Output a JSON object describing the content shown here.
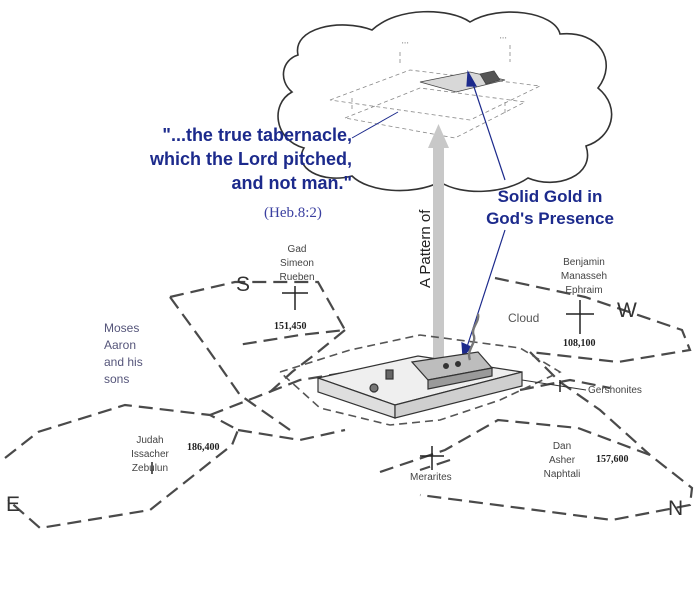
{
  "quote": {
    "line1": "\"...the true tabernacle,",
    "line2": "which the Lord pitched,",
    "line3": "and not man.\"",
    "reference": "(Heb.8:2)"
  },
  "gold_label": {
    "line1": "Solid Gold in",
    "line2": "God's Presence"
  },
  "arrow_label": "A Pattern of",
  "directions": {
    "south": "S",
    "west": "W",
    "east": "E",
    "north": "N"
  },
  "camps": {
    "south": {
      "tribes": [
        "Gad",
        "Simeon",
        "Rueben"
      ],
      "count": "151,450"
    },
    "west": {
      "tribes": [
        "Benjamin",
        "Manasseh",
        "Ephraim"
      ],
      "count": "108,100"
    },
    "east": {
      "tribes": [
        "Judah",
        "Issacher",
        "Zebulun"
      ],
      "count": "186,400"
    },
    "north": {
      "tribes": [
        "Dan",
        "Asher",
        "Naphtali"
      ],
      "count": "157,600"
    }
  },
  "moses_group": [
    "Moses",
    "Aaron",
    "and his",
    "sons"
  ],
  "labels": {
    "cloud": "Cloud",
    "gershonites": "Gershonites",
    "merarites": "Merarites"
  },
  "colors": {
    "quote": "#1c2a8c",
    "arrow": "#c8c8c8",
    "dashes": "#4a4a4a",
    "cloud_outline": "#333333"
  }
}
